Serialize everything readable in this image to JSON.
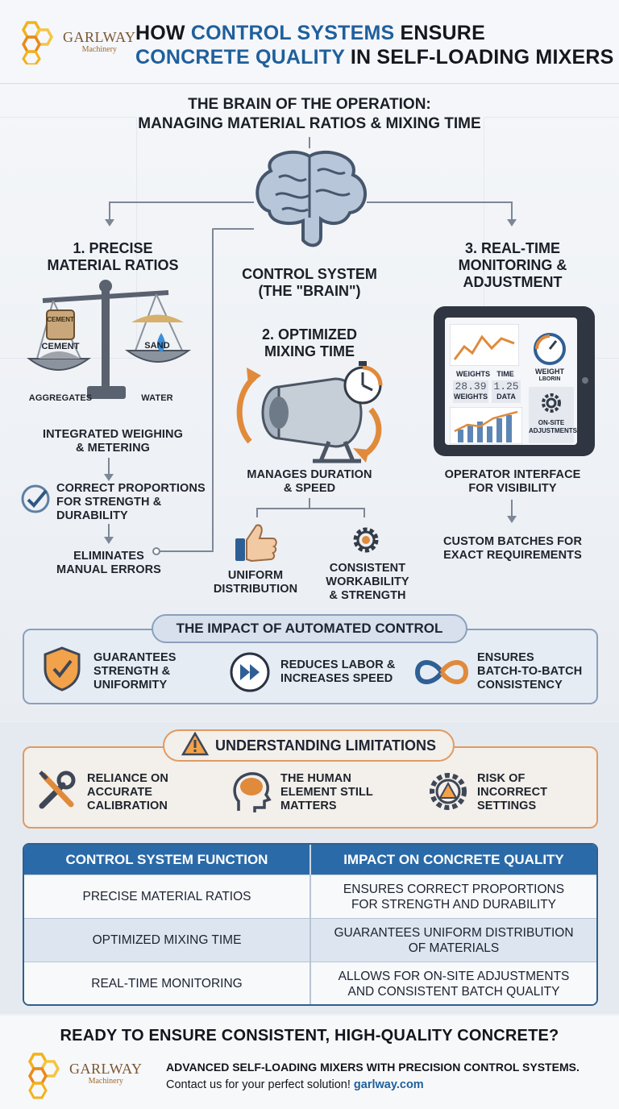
{
  "header": {
    "logo_name": "GARLWAY",
    "logo_sub": "Machinery",
    "title_pre1": "HOW ",
    "title_hl1": "CONTROL SYSTEMS",
    "title_post1": " ENSURE",
    "title_hl2": "CONCRETE QUALITY",
    "title_post2": " IN SELF-LOADING MIXERS"
  },
  "brain": {
    "heading_line1": "THE BRAIN OF THE OPERATION:",
    "heading_line2": "MANAGING MATERIAL RATIOS & MIXING TIME",
    "center_label_line1": "CONTROL SYSTEM",
    "center_label_line2": "(THE \"BRAIN\")"
  },
  "col1": {
    "title_line1": "1. PRECISE",
    "title_line2": "MATERIAL RATIOS",
    "bag_label": "CEMENT",
    "cement": "CEMENT",
    "sand": "SAND",
    "aggregates": "AGGREGATES",
    "water": "WATER",
    "weigh_line1": "INTEGRATED WEIGHING",
    "weigh_line2": "& METERING",
    "correct_line1": "CORRECT PROPORTIONS",
    "correct_line2": "FOR STRENGTH &",
    "correct_line3": "DURABILITY",
    "elim_line1": "ELIMINATES",
    "elim_line2": "MANUAL ERRORS"
  },
  "col2": {
    "title_line1": "2. OPTIMIZED",
    "title_line2": "MIXING TIME",
    "manages_line1": "MANAGES DURATION",
    "manages_line2": "& SPEED",
    "uniform_line1": "UNIFORM",
    "uniform_line2": "DISTRIBUTION",
    "consistent_line1": "CONSISTENT",
    "consistent_line2": "WORKABILITY",
    "consistent_line3": "& STRENGTH"
  },
  "col3": {
    "title_line1": "3. REAL-TIME",
    "title_line2": "MONITORING &",
    "title_line3": "ADJUSTMENT",
    "tab_weights": "WEIGHTS",
    "tab_time": "TIME",
    "tab_weight_label1": "WEIGHT",
    "tab_weight_label2": "LBORIN",
    "val1": "28.39",
    "val1_label": "WEIGHTS",
    "val2": "1.25",
    "val2_label": "DATA",
    "onsite_line1": "ON-SITE",
    "onsite_line2": "ADJUSTMENTS",
    "op_line1": "OPERATOR INTERFACE",
    "op_line2": "FOR VISIBILITY",
    "custom_line1": "CUSTOM BATCHES FOR",
    "custom_line2": "EXACT REQUIREMENTS"
  },
  "impact": {
    "title": "THE IMPACT OF AUTOMATED CONTROL",
    "items": [
      {
        "line1": "GUARANTEES",
        "line2": "STRENGTH &",
        "line3": "UNIFORMITY"
      },
      {
        "line1": "REDUCES LABOR &",
        "line2": "INCREASES SPEED"
      },
      {
        "line1": "ENSURES",
        "line2": "BATCH-TO-BATCH",
        "line3": "CONSISTENCY"
      }
    ]
  },
  "limitations": {
    "title": "UNDERSTANDING LIMITATIONS",
    "items": [
      {
        "line1": "RELIANCE ON",
        "line2": "ACCURATE",
        "line3": "CALIBRATION"
      },
      {
        "line1": "THE HUMAN",
        "line2": "ELEMENT STILL",
        "line3": "MATTERS"
      },
      {
        "line1": "RISK OF",
        "line2": "INCORRECT",
        "line3": "SETTINGS"
      }
    ]
  },
  "table": {
    "headers": [
      "CONTROL SYSTEM FUNCTION",
      "IMPACT ON CONCRETE QUALITY"
    ],
    "rows": [
      {
        "function": "PRECISE MATERIAL RATIOS",
        "impact_line1": "ENSURES CORRECT PROPORTIONS",
        "impact_line2": "FOR STRENGTH AND DURABILITY"
      },
      {
        "function": "OPTIMIZED MIXING TIME",
        "impact_line1": "GUARANTEES UNIFORM DISTRIBUTION",
        "impact_line2": "OF MATERIALS"
      },
      {
        "function": "REAL-TIME MONITORING",
        "impact_line1": "ALLOWS FOR ON-SITE ADJUSTMENTS",
        "impact_line2": "AND CONSISTENT BATCH QUALITY"
      }
    ]
  },
  "footer": {
    "cta": "READY TO ENSURE CONSISTENT, HIGH-QUALITY CONCRETE?",
    "line1": "ADVANCED SELF-LOADING MIXERS WITH PRECISION CONTROL SYSTEMS.",
    "line2_text": "Contact us for your perfect solution! ",
    "line2_link": "garlway.com",
    "logo_name": "GARLWAY",
    "logo_sub": "Machinery"
  },
  "colors": {
    "accent_blue": "#1f5f9c",
    "accent_orange": "#e08a3c",
    "table_header": "#2b6aa8"
  }
}
